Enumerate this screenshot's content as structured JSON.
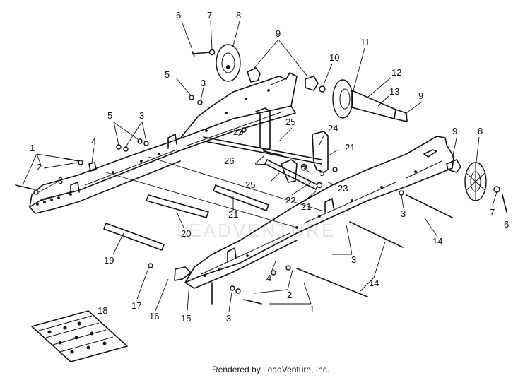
{
  "diagram": {
    "caption": "Rendered by LeadVenture, Inc.",
    "watermark": "LEADVENTURE",
    "callouts": [
      {
        "id": "c1a",
        "text": "1"
      },
      {
        "id": "c2a",
        "text": "2"
      },
      {
        "id": "c3a",
        "text": "3"
      },
      {
        "id": "c4a",
        "text": "4"
      },
      {
        "id": "c5a",
        "text": "5"
      },
      {
        "id": "c3b",
        "text": "3"
      },
      {
        "id": "c5b",
        "text": "5"
      },
      {
        "id": "c3c",
        "text": "3"
      },
      {
        "id": "c6a",
        "text": "6"
      },
      {
        "id": "c7a",
        "text": "7"
      },
      {
        "id": "c8a",
        "text": "8"
      },
      {
        "id": "c9a",
        "text": "9"
      },
      {
        "id": "c10",
        "text": "10"
      },
      {
        "id": "c11",
        "text": "11"
      },
      {
        "id": "c12",
        "text": "12"
      },
      {
        "id": "c13",
        "text": "13"
      },
      {
        "id": "c9b",
        "text": "9"
      },
      {
        "id": "c25a",
        "text": "25"
      },
      {
        "id": "c24",
        "text": "24"
      },
      {
        "id": "c23a",
        "text": "23"
      },
      {
        "id": "c21a",
        "text": "21"
      },
      {
        "id": "c26",
        "text": "26"
      },
      {
        "id": "c5c",
        "text": "5"
      },
      {
        "id": "c25b",
        "text": "25"
      },
      {
        "id": "c23b",
        "text": "23"
      },
      {
        "id": "c22",
        "text": "22"
      },
      {
        "id": "c21b",
        "text": "21"
      },
      {
        "id": "c21c",
        "text": "21"
      },
      {
        "id": "c20",
        "text": "20"
      },
      {
        "id": "c19",
        "text": "19"
      },
      {
        "id": "c9c",
        "text": "9"
      },
      {
        "id": "c8b",
        "text": "8"
      },
      {
        "id": "c7b",
        "text": "7"
      },
      {
        "id": "c6b",
        "text": "6"
      },
      {
        "id": "c3d",
        "text": "3"
      },
      {
        "id": "c14a",
        "text": "14"
      },
      {
        "id": "c3e",
        "text": "3"
      },
      {
        "id": "c14b",
        "text": "14"
      },
      {
        "id": "c4b",
        "text": "4"
      },
      {
        "id": "c2b",
        "text": "2"
      },
      {
        "id": "c1b",
        "text": "1"
      },
      {
        "id": "c3f",
        "text": "3"
      },
      {
        "id": "c15",
        "text": "15"
      },
      {
        "id": "c16",
        "text": "16"
      },
      {
        "id": "c17",
        "text": "17"
      },
      {
        "id": "c18",
        "text": "18"
      }
    ]
  }
}
